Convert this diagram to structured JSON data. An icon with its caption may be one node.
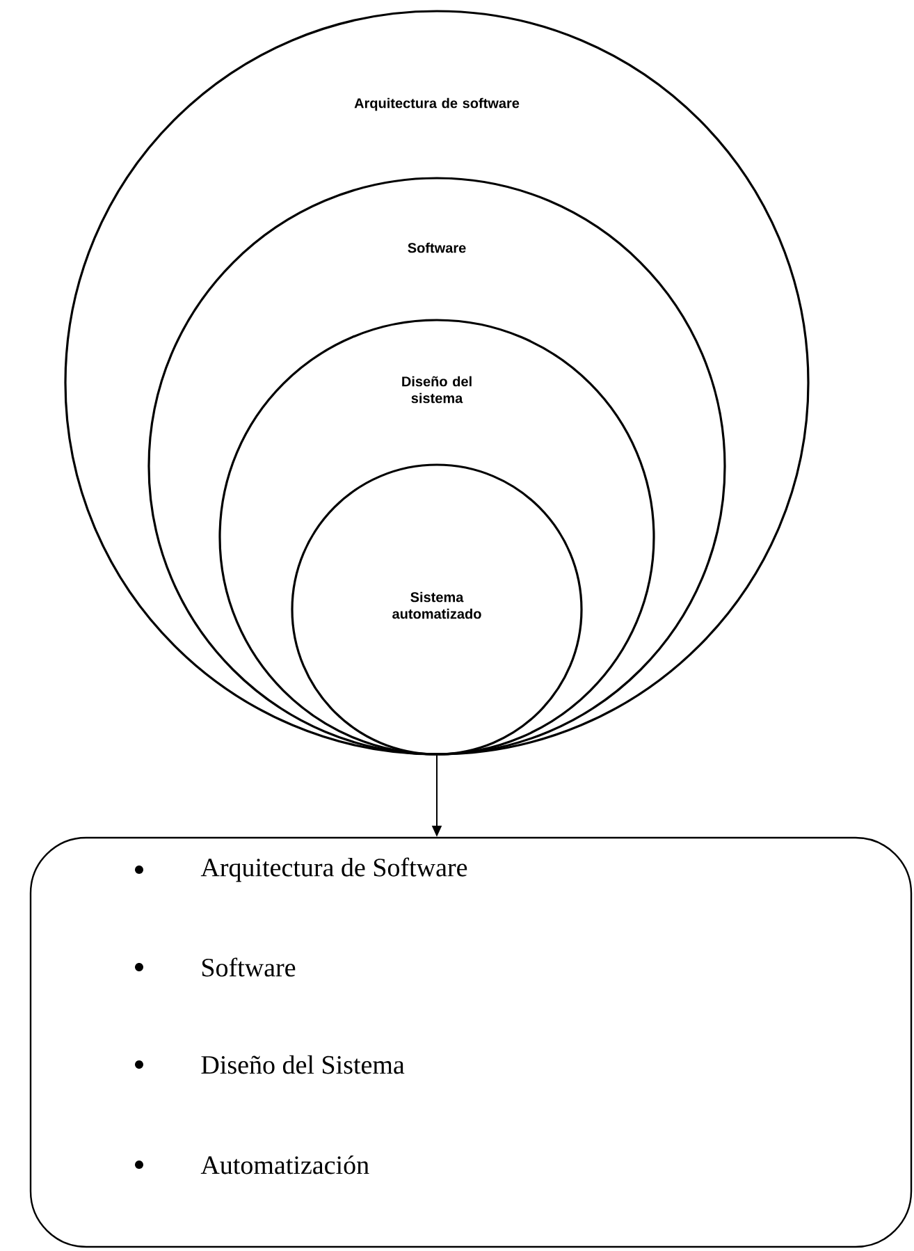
{
  "diagram": {
    "nodes": [
      {
        "text": [
          "Arquitectura de software"
        ]
      },
      {
        "text": [
          "Software"
        ],
        "in": 0
      },
      {
        "text": [
          "Diseño del sistema"
        ],
        "in": 1
      },
      {
        "text": [
          "Sistema automatizado"
        ],
        "in": 2
      },
      {
        "text": [
          "Arquitectura de Software",
          "Software",
          "Diseño del Sistema",
          "Automatización"
        ]
      }
    ],
    "edges": [
      {
        "from": 0,
        "to": 4,
        "arrow": "to"
      }
    ]
  }
}
